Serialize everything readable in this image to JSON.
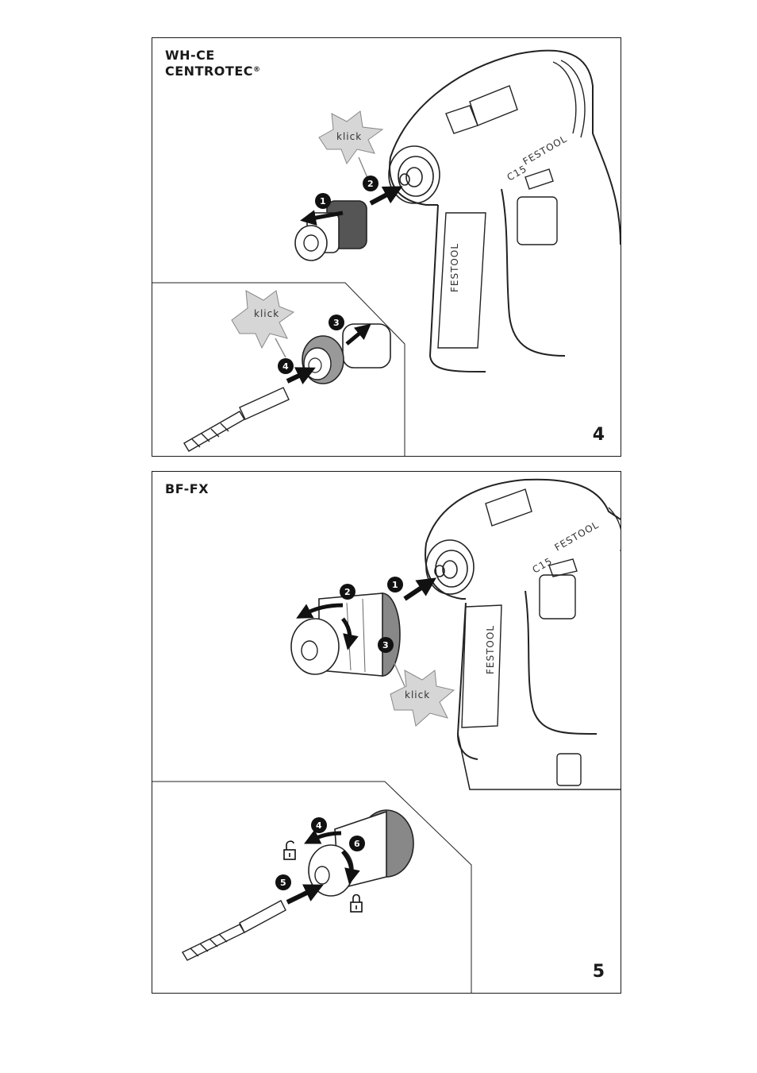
{
  "figure4": {
    "title_line1": "WH-CE",
    "title_line2": "CENTROTEC",
    "title_mark": "®",
    "number": "4",
    "klick_top": "klick",
    "klick_inset": "klick",
    "brand": "FESTOOL",
    "model": "C15",
    "steps": [
      "1",
      "2",
      "3",
      "4"
    ]
  },
  "figure5": {
    "title": "BF-FX",
    "number": "5",
    "klick": "klick",
    "brand": "FESTOOL",
    "model": "C15",
    "steps": [
      "1",
      "2",
      "3",
      "4",
      "5",
      "6"
    ]
  },
  "icons": [
    "lock-open-icon",
    "lock-closed-icon"
  ]
}
